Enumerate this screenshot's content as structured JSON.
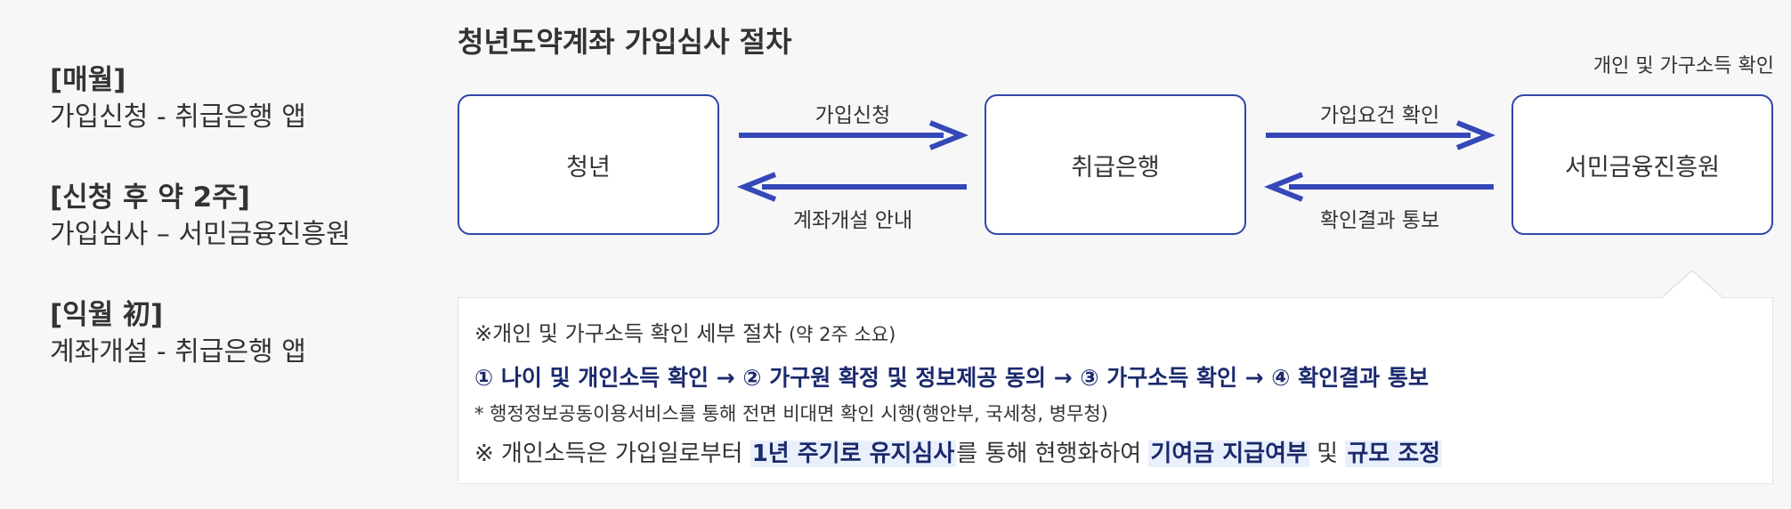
{
  "steps": [
    {
      "heading": "[매월]",
      "desc": "가입신청 - 취급은행 앱"
    },
    {
      "heading": "[신청 후 약 2주]",
      "desc": "가입심사 – 서민금융진흥원"
    },
    {
      "heading": "[익월 初]",
      "desc": "계좌개설 - 취급은행 앱"
    }
  ],
  "diagram": {
    "title": "청년도약계좌 가입심사 절차",
    "top_note": "개인 및 가구소득 확인",
    "nodes": [
      "청년",
      "취급은행",
      "서민금융진흥원"
    ],
    "arrows": {
      "apply": "가입신청",
      "open_notice": "계좌개설 안내",
      "requirement_check": "가입요건 확인",
      "result_notice": "확인결과 통보"
    },
    "arrow_color": "#3548b8",
    "node_border_color": "#2f46a8"
  },
  "detail": {
    "line1_main": "※개인 및 가구소득 확인 세부 절차 ",
    "line1_small": "(약 2주 소요)",
    "line2": "① 나이 및 개인소득 확인 → ② 가구원 확정 및 정보제공 동의 → ③ 가구소득 확인 → ④ 확인결과 통보",
    "line3": "* 행정정보공동이용서비스를 통해 전면 비대면 확인 시행(행안부, 국세청, 병무청)",
    "line4": {
      "a": "※ 개인소득은 가입일로부터 ",
      "b": "1년 주기로 유지심사",
      "c": "를 통해 현행화하여 ",
      "d": "기여금 지급여부",
      "e": " 및 ",
      "f": "규모 조정"
    }
  }
}
